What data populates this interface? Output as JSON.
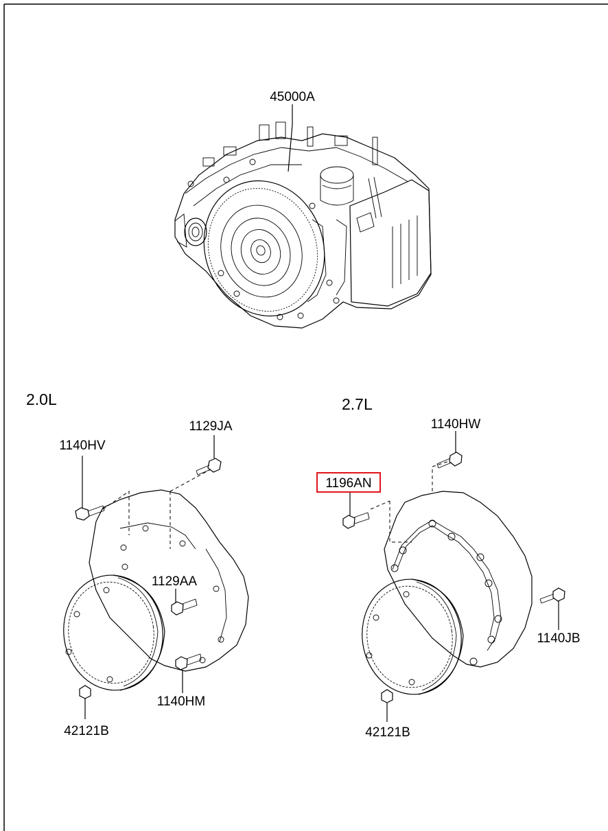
{
  "diagram": {
    "highlight_color": "#e0141b",
    "assembly_part": {
      "code": "45000A"
    },
    "variants": [
      {
        "engine": "2.0L",
        "parts": [
          {
            "code": "1140HV"
          },
          {
            "code": "1129JA"
          },
          {
            "code": "1129AA"
          },
          {
            "code": "1140HM"
          },
          {
            "code": "42121B"
          }
        ]
      },
      {
        "engine": "2.7L",
        "parts": [
          {
            "code": "1140HW"
          },
          {
            "code": "1196AN",
            "highlighted": true
          },
          {
            "code": "1140JB"
          },
          {
            "code": "42121B"
          }
        ]
      }
    ]
  }
}
